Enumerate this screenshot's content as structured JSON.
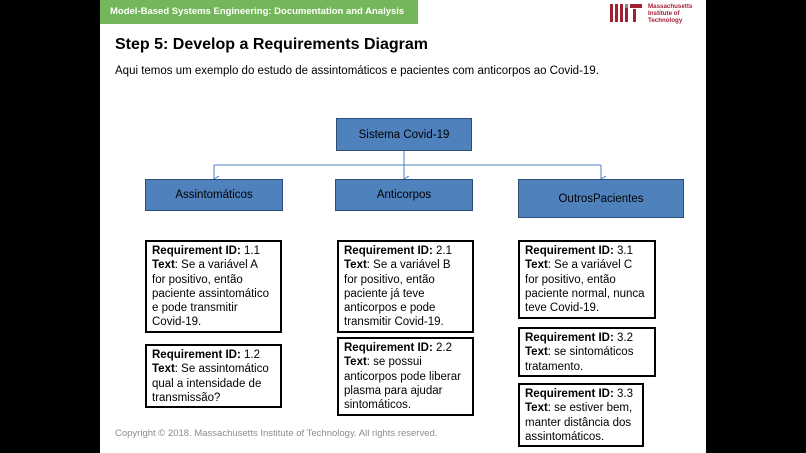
{
  "header": {
    "course_title": "Model-Based Systems Engineering: Documentation and Analysis",
    "logo_line1": "Massachusetts",
    "logo_line2": "Institute of",
    "logo_line3": "Technology",
    "accent_color": "#74b65a",
    "logo_color": "#a31f34"
  },
  "slide": {
    "title": "Step 5: Develop a Requirements Diagram",
    "subtitle": "Aqui temos um exemplo do estudo de assintomáticos e pacientes com anticorpos ao Covid-19."
  },
  "diagram": {
    "box_color": "#4f81bd",
    "root": {
      "label": "Sistema Covid-19"
    },
    "categories": [
      {
        "label": "Assintomáticos"
      },
      {
        "label": "Anticorpos"
      },
      {
        "label": "OutrosPacientes"
      }
    ],
    "requirements": {
      "id_label": "Requirement ID:",
      "text_label": "Text",
      "r1_1": {
        "id": "1.1",
        "line1": ": Se a variável A",
        "line2": "for positivo, então",
        "line3": "paciente assintomático",
        "line4": "e pode transmitir",
        "line5": "Covid-19."
      },
      "r1_2": {
        "id": "1.2",
        "line1": ": Se assintomático",
        "line2": "qual a intensidade de",
        "line3": "transmissão?"
      },
      "r2_1": {
        "id": "2.1",
        "line1": ": Se a variável B",
        "line2": "for positivo, então",
        "line3": "paciente já teve",
        "line4": "anticorpos e pode",
        "line5": "transmitir Covid-19."
      },
      "r2_2": {
        "id": "2.2",
        "line1": ": se possui",
        "line2": "anticorpos pode liberar",
        "line3": "plasma para ajudar",
        "line4": "sintomáticos."
      },
      "r3_1": {
        "id": "3.1",
        "line1": ": Se a variável C",
        "line2": "for positivo, então",
        "line3": "paciente normal, nunca",
        "line4": "teve Covid-19."
      },
      "r3_2": {
        "id": "3.2",
        "line1": ": se sintomáticos",
        "line2": "tratamento."
      },
      "r3_3": {
        "id": "3.3",
        "line1": ": se estiver bem,",
        "line2": "manter distância dos",
        "line3": "assintomáticos."
      }
    }
  },
  "footer": {
    "copyright": "Copyright © 2018. Massachusetts Institute of Technology. All rights reserved."
  }
}
